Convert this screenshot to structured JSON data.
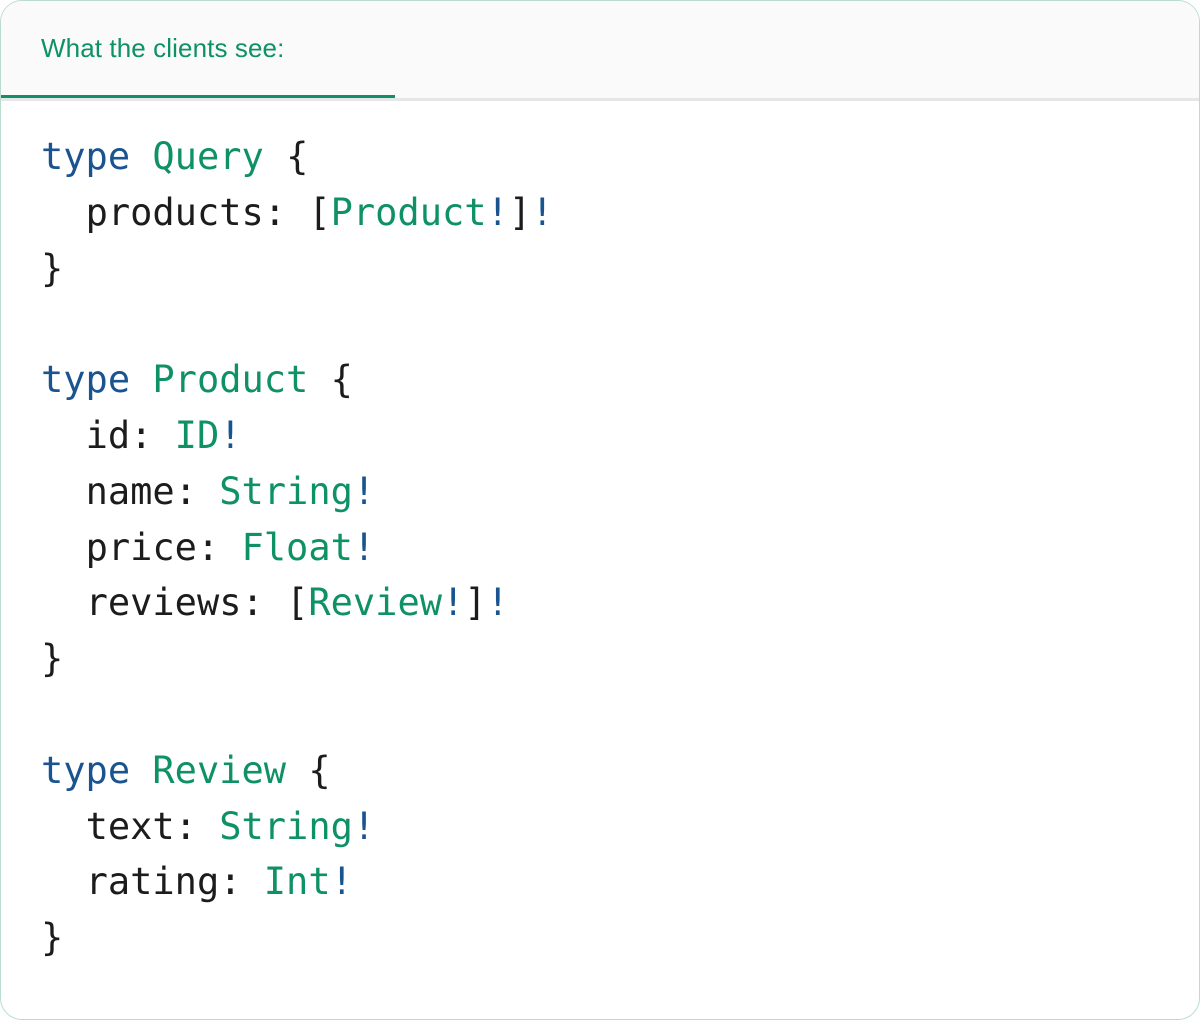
{
  "card": {
    "accent_color": "#0e9166",
    "border_color": "#b9ddcc",
    "header_bg": "#fafafa",
    "body_bg": "#ffffff"
  },
  "header": {
    "tab_label": "What the clients see:",
    "tab_active": true,
    "underline_color": "#10906a",
    "rest_border_color": "#e6e6e6"
  },
  "syntax_colors": {
    "keyword": "#1a5490",
    "type_name": "#0e9166",
    "bang": "#1a5490",
    "punctuation": "#1c1c1c",
    "field": "#1c1c1c"
  },
  "code": {
    "language": "graphql",
    "text": "type Query {\n  products: [Product!]!\n}\n\ntype Product {\n  id: ID!\n  name: String!\n  price: Float!\n  reviews: [Review!]!\n}\n\ntype Review {\n  text: String!\n  rating: Int!\n}",
    "lines": [
      {
        "tokens": [
          {
            "t": "type",
            "c": "kw"
          },
          {
            "t": " ",
            "c": "plain"
          },
          {
            "t": "Query",
            "c": "type"
          },
          {
            "t": " ",
            "c": "plain"
          },
          {
            "t": "{",
            "c": "punct"
          }
        ]
      },
      {
        "tokens": [
          {
            "t": "  ",
            "c": "plain"
          },
          {
            "t": "products:",
            "c": "field"
          },
          {
            "t": " ",
            "c": "plain"
          },
          {
            "t": "[",
            "c": "punct"
          },
          {
            "t": "Product",
            "c": "type"
          },
          {
            "t": "!",
            "c": "bang"
          },
          {
            "t": "]",
            "c": "punct"
          },
          {
            "t": "!",
            "c": "bang"
          }
        ]
      },
      {
        "tokens": [
          {
            "t": "}",
            "c": "punct"
          }
        ]
      },
      {
        "tokens": []
      },
      {
        "tokens": [
          {
            "t": "type",
            "c": "kw"
          },
          {
            "t": " ",
            "c": "plain"
          },
          {
            "t": "Product",
            "c": "type"
          },
          {
            "t": " ",
            "c": "plain"
          },
          {
            "t": "{",
            "c": "punct"
          }
        ]
      },
      {
        "tokens": [
          {
            "t": "  ",
            "c": "plain"
          },
          {
            "t": "id:",
            "c": "field"
          },
          {
            "t": " ",
            "c": "plain"
          },
          {
            "t": "ID",
            "c": "type"
          },
          {
            "t": "!",
            "c": "bang"
          }
        ]
      },
      {
        "tokens": [
          {
            "t": "  ",
            "c": "plain"
          },
          {
            "t": "name:",
            "c": "field"
          },
          {
            "t": " ",
            "c": "plain"
          },
          {
            "t": "String",
            "c": "type"
          },
          {
            "t": "!",
            "c": "bang"
          }
        ]
      },
      {
        "tokens": [
          {
            "t": "  ",
            "c": "plain"
          },
          {
            "t": "price:",
            "c": "field"
          },
          {
            "t": " ",
            "c": "plain"
          },
          {
            "t": "Float",
            "c": "type"
          },
          {
            "t": "!",
            "c": "bang"
          }
        ]
      },
      {
        "tokens": [
          {
            "t": "  ",
            "c": "plain"
          },
          {
            "t": "reviews:",
            "c": "field"
          },
          {
            "t": " ",
            "c": "plain"
          },
          {
            "t": "[",
            "c": "punct"
          },
          {
            "t": "Review",
            "c": "type"
          },
          {
            "t": "!",
            "c": "bang"
          },
          {
            "t": "]",
            "c": "punct"
          },
          {
            "t": "!",
            "c": "bang"
          }
        ]
      },
      {
        "tokens": [
          {
            "t": "}",
            "c": "punct"
          }
        ]
      },
      {
        "tokens": []
      },
      {
        "tokens": [
          {
            "t": "type",
            "c": "kw"
          },
          {
            "t": " ",
            "c": "plain"
          },
          {
            "t": "Review",
            "c": "type"
          },
          {
            "t": " ",
            "c": "plain"
          },
          {
            "t": "{",
            "c": "punct"
          }
        ]
      },
      {
        "tokens": [
          {
            "t": "  ",
            "c": "plain"
          },
          {
            "t": "text:",
            "c": "field"
          },
          {
            "t": " ",
            "c": "plain"
          },
          {
            "t": "String",
            "c": "type"
          },
          {
            "t": "!",
            "c": "bang"
          }
        ]
      },
      {
        "tokens": [
          {
            "t": "  ",
            "c": "plain"
          },
          {
            "t": "rating:",
            "c": "field"
          },
          {
            "t": " ",
            "c": "plain"
          },
          {
            "t": "Int",
            "c": "type"
          },
          {
            "t": "!",
            "c": "bang"
          }
        ]
      },
      {
        "tokens": [
          {
            "t": "}",
            "c": "punct"
          }
        ]
      }
    ]
  }
}
